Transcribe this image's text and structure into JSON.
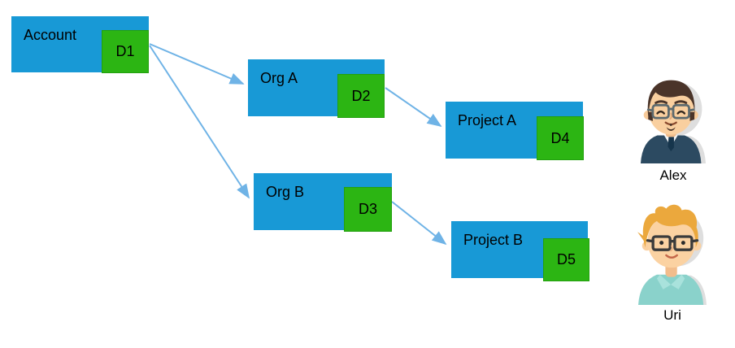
{
  "diagram": {
    "nodes": [
      {
        "label": "Account",
        "badge": "D1"
      },
      {
        "label": "Org A",
        "badge": "D2"
      },
      {
        "label": "Org B",
        "badge": "D3"
      },
      {
        "label": "Project A",
        "badge": "D4"
      },
      {
        "label": "Project B",
        "badge": "D5"
      }
    ],
    "edges": [
      {
        "from": "D1",
        "to": "Org A"
      },
      {
        "from": "D1",
        "to": "Org B"
      },
      {
        "from": "D2",
        "to": "Project A"
      },
      {
        "from": "D3",
        "to": "Project B"
      }
    ],
    "colors": {
      "node_fill": "#1899D6",
      "badge_fill": "#2CB513",
      "arrow": "#6FB3E6",
      "label_text": "#000000"
    }
  },
  "users": [
    {
      "name": "Alex"
    },
    {
      "name": "Uri"
    }
  ]
}
